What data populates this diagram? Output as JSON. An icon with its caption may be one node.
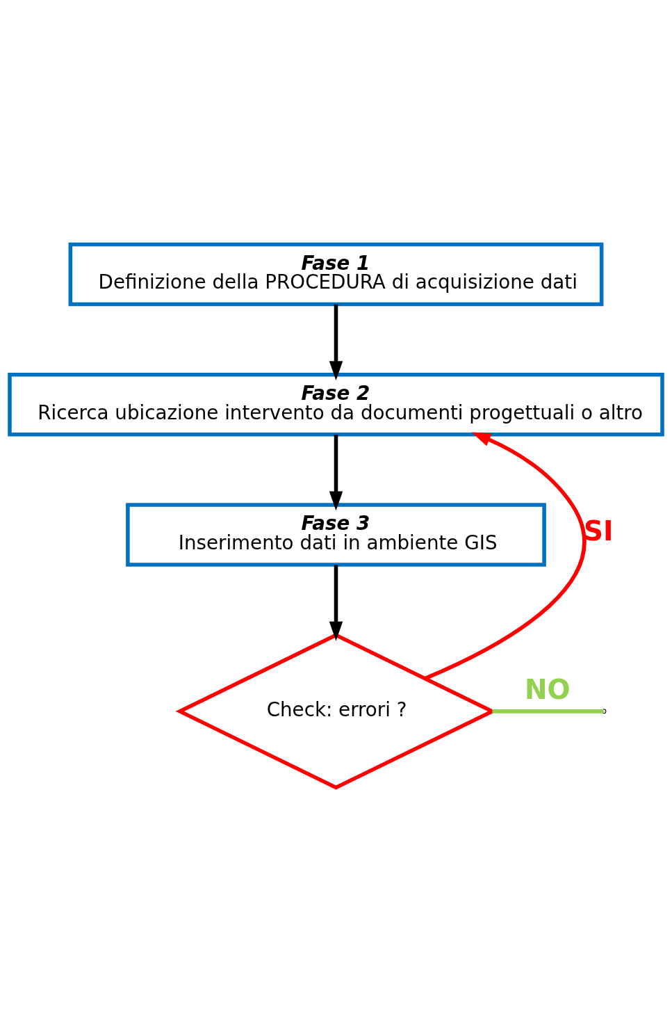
{
  "diagram": {
    "nodes": [
      {
        "text": [
          "Fase 1",
          "Definizione della PROCEDURA di acquisizione dati"
        ]
      },
      {
        "text": [
          "Fase 2",
          "Ricerca ubicazione intervento da documenti progettuali o altro"
        ]
      },
      {
        "text": [
          "Fase 3",
          "Inserimento dati in ambiente GIS"
        ]
      },
      {
        "text": [
          "Check: errori ?"
        ]
      }
    ],
    "edges": [
      {
        "from": 0,
        "to": 1,
        "arrow": "to"
      },
      {
        "from": 1,
        "to": 2,
        "arrow": "to"
      },
      {
        "from": 2,
        "to": 3,
        "arrow": "to"
      },
      {
        "from": 3,
        "to": 1,
        "arrow": "to",
        "label": "SI",
        "color": "#ff0000"
      },
      {
        "from": 3,
        "to": null,
        "arrow": "none",
        "label": "NO",
        "color": "#92d050"
      }
    ]
  }
}
